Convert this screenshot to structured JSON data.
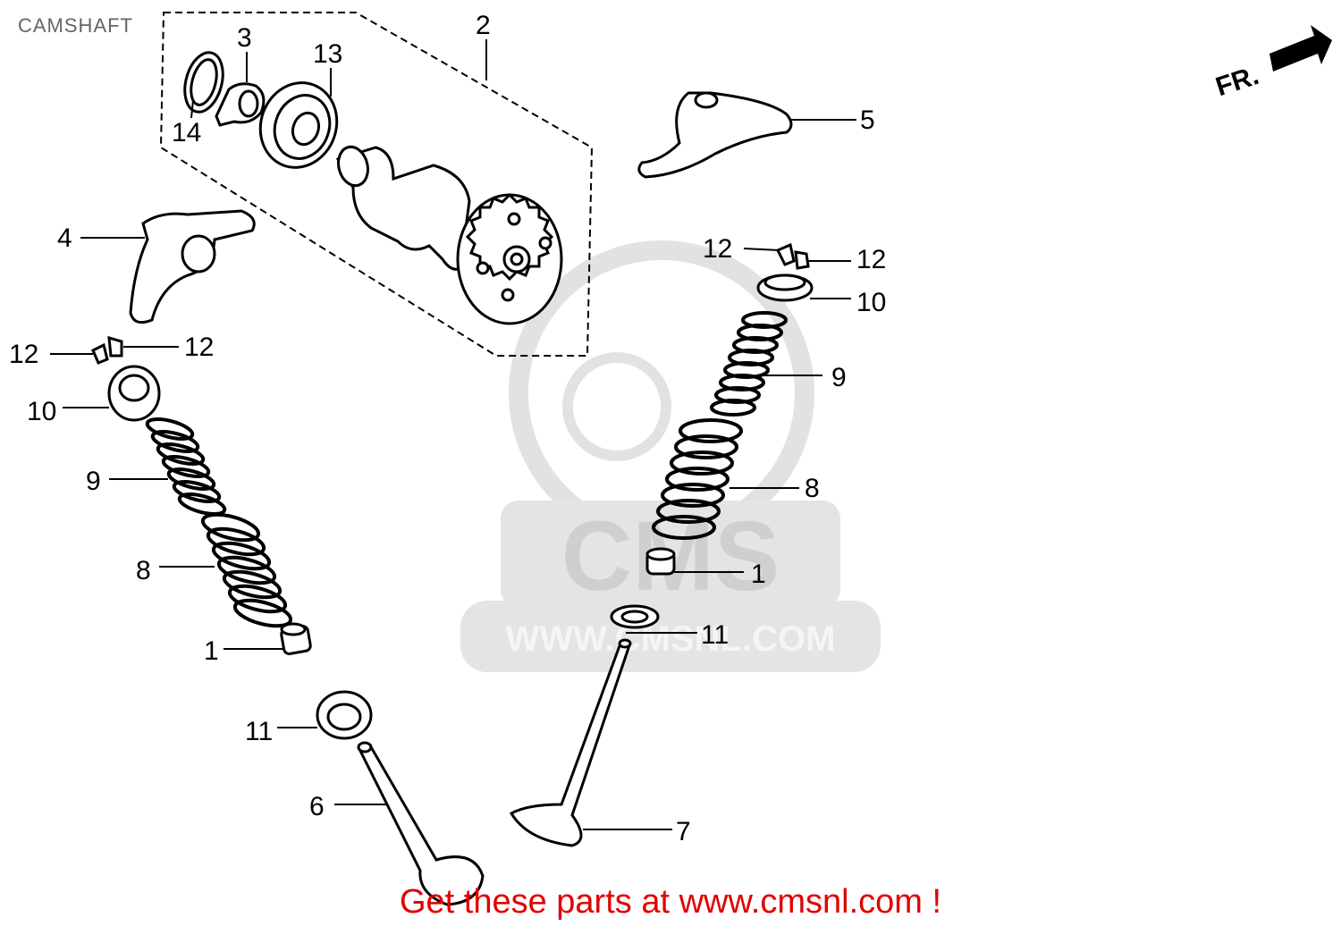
{
  "title": "CAMSHAFT",
  "direction_marker": "FR.",
  "watermark": {
    "logo_text": "CMS",
    "url": "WWW.CMSNL.COM"
  },
  "callouts": {
    "c2": "2",
    "c3": "3",
    "c13": "13",
    "c14": "14",
    "c5": "5",
    "c4": "4",
    "c12a": "12",
    "c12b": "12",
    "c12c": "12",
    "c12d": "12",
    "c10a": "10",
    "c10b": "10",
    "c9a": "9",
    "c9b": "9",
    "c8a": "8",
    "c8b": "8",
    "c1a": "1",
    "c1b": "1",
    "c11a": "11",
    "c11b": "11",
    "c6": "6",
    "c7": "7"
  },
  "footer": "Get these parts at www.cmsnl.com !",
  "colors": {
    "footer": "#e00000",
    "title": "#666666",
    "watermark": "#d9d9d9"
  }
}
